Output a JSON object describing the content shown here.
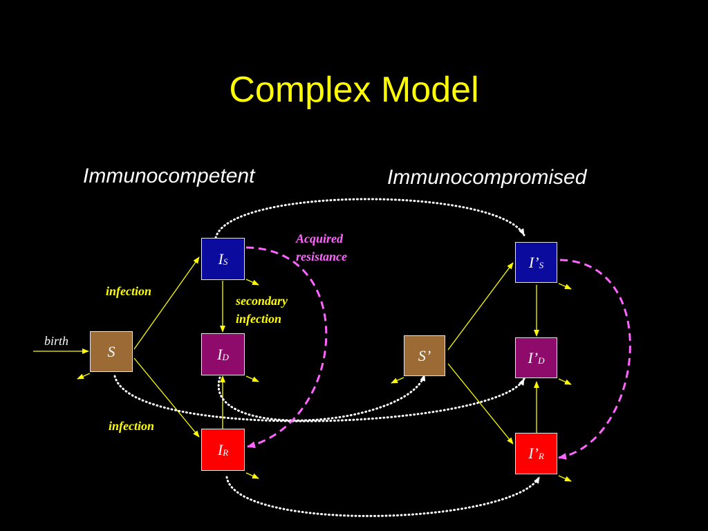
{
  "title": "Complex Model",
  "headings": {
    "left": "Immunocompetent",
    "right": "Immunocompromised"
  },
  "boxes": {
    "S": {
      "main": "S",
      "sub": "",
      "color": "#9c6b35"
    },
    "IS": {
      "main": "I",
      "sub": "S",
      "color": "#0b0b9e"
    },
    "ID": {
      "main": "I",
      "sub": "D",
      "color": "#8e0b6b"
    },
    "IR": {
      "main": "I",
      "sub": "R",
      "color": "#ff0000"
    },
    "S2": {
      "main": "S’",
      "sub": "",
      "color": "#9c6b35"
    },
    "IS2": {
      "main": "I’",
      "sub": "S",
      "color": "#0b0b9e"
    },
    "ID2": {
      "main": "I’",
      "sub": "D",
      "color": "#8e0b6b"
    },
    "IR2": {
      "main": "I’",
      "sub": "R",
      "color": "#ff0000"
    }
  },
  "labels": {
    "birth": "birth",
    "infection_top": "infection",
    "infection_bottom": "infection",
    "secondary_infection_line1": "secondary",
    "secondary_infection_line2": "infection",
    "acquired_resistance_line1": "Acquired",
    "acquired_resistance_line2": "resistance"
  },
  "colors": {
    "background": "#000000",
    "title": "#ffff00",
    "arrow": "#ffff00",
    "dotted_connector": "#ffffff",
    "dashed_connector": "#ff66ff"
  }
}
